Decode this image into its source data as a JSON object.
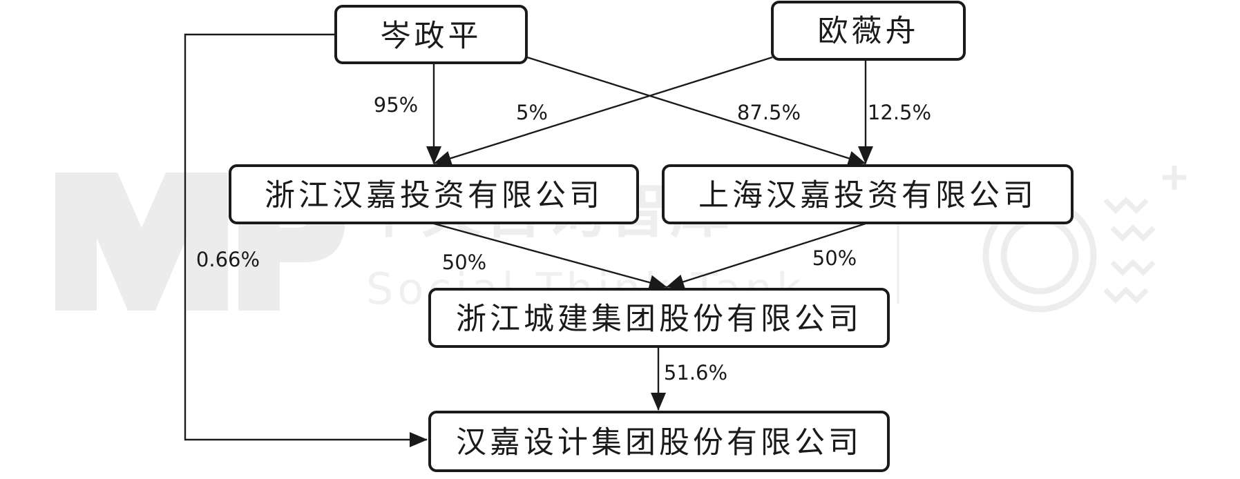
{
  "colors": {
    "stroke": "#1a1a1a",
    "box_fill": "#ffffff",
    "watermark": "#ececec"
  },
  "watermark": {
    "logo": "MP",
    "text_cn": "中央咨询智库",
    "text_en": "Social Think Tank"
  },
  "nodes": [
    {
      "id": "cen-zhengping",
      "label": "岑政平"
    },
    {
      "id": "ou-weizhou",
      "label": "欧薇舟"
    },
    {
      "id": "zhejiang-hanjia-investment",
      "label": "浙江汉嘉投资有限公司"
    },
    {
      "id": "shanghai-hanjia-investment",
      "label": "上海汉嘉投资有限公司"
    },
    {
      "id": "zhejiang-chengjian-group",
      "label": "浙江城建集团股份有限公司"
    },
    {
      "id": "hanjia-design-group",
      "label": "汉嘉设计集团股份有限公司"
    }
  ],
  "edges": [
    {
      "from": "cen-zhengping",
      "to": "zhejiang-hanjia-investment",
      "label": "95%"
    },
    {
      "from": "ou-weizhou",
      "to": "zhejiang-hanjia-investment",
      "label": "5%"
    },
    {
      "from": "cen-zhengping",
      "to": "shanghai-hanjia-investment",
      "label": "87.5%"
    },
    {
      "from": "ou-weizhou",
      "to": "shanghai-hanjia-investment",
      "label": "12.5%"
    },
    {
      "from": "zhejiang-hanjia-investment",
      "to": "zhejiang-chengjian-group",
      "label": "50%"
    },
    {
      "from": "shanghai-hanjia-investment",
      "to": "zhejiang-chengjian-group",
      "label": "50%"
    },
    {
      "from": "zhejiang-chengjian-group",
      "to": "hanjia-design-group",
      "label": "51.6%"
    },
    {
      "from": "cen-zhengping",
      "to": "hanjia-design-group",
      "label": "0.66%"
    }
  ]
}
